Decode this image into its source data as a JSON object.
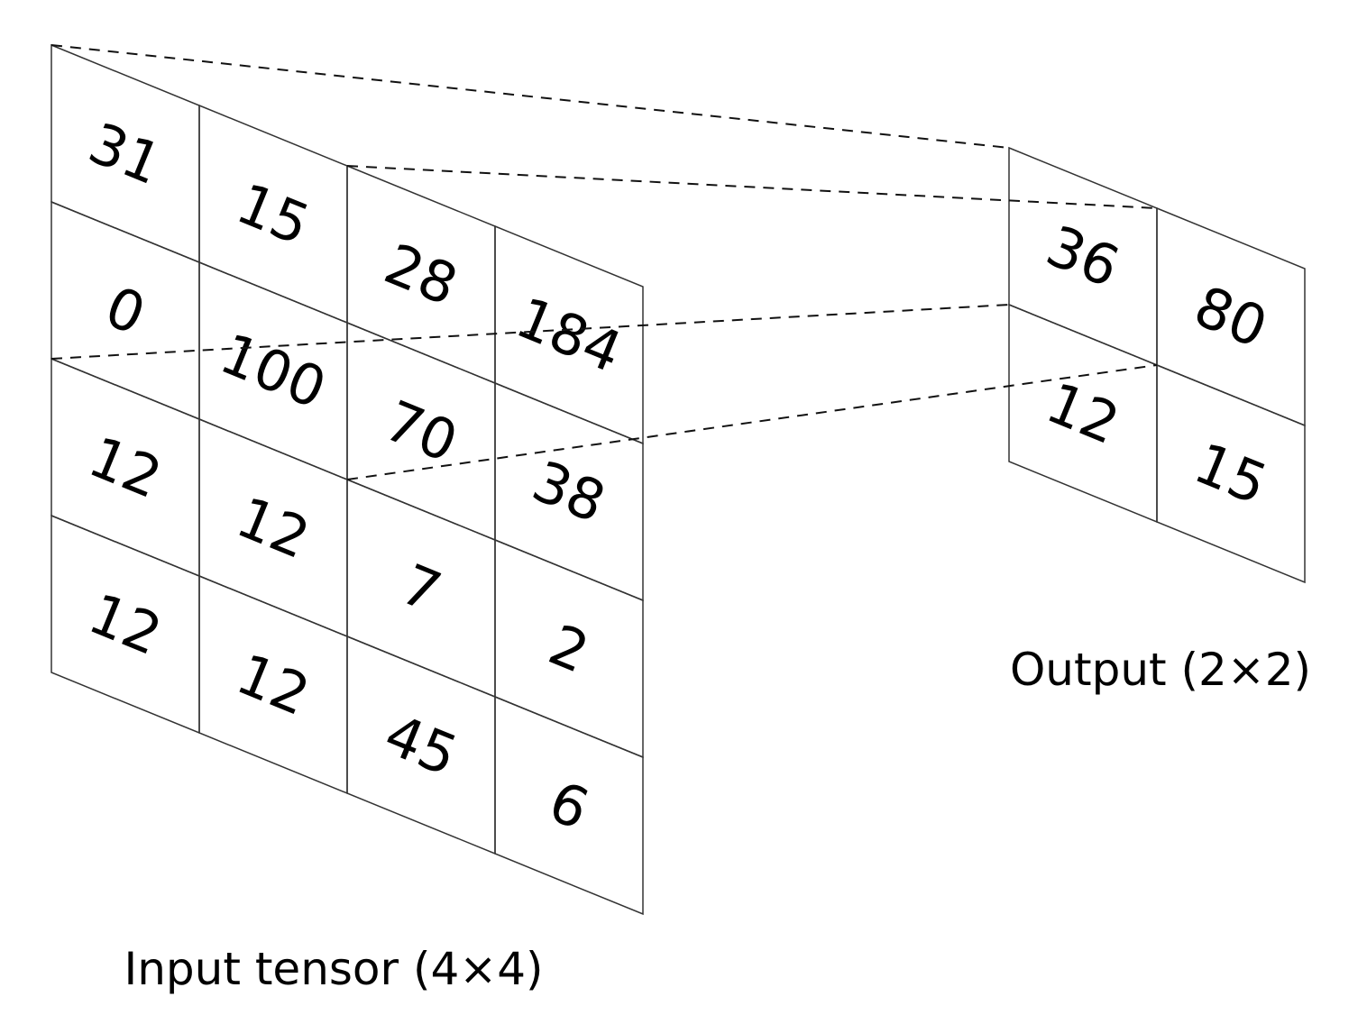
{
  "input_tensor": {
    "label": "Input tensor (4×4)",
    "values": [
      [
        "31",
        "15",
        "28",
        "184"
      ],
      [
        "0",
        "100",
        "70",
        "38"
      ],
      [
        "12",
        "12",
        "7",
        "2"
      ],
      [
        "12",
        "12",
        "45",
        "6"
      ]
    ]
  },
  "output": {
    "label": "Output (2×2)",
    "values": [
      [
        "36",
        "80"
      ],
      [
        "12",
        "15"
      ]
    ]
  },
  "quadrant_colors": {
    "top_left": "#f6c6c6",
    "top_right": "#cff8fa",
    "bottom_left": "#d2c8f8",
    "bottom_right": "#dbfccb"
  }
}
